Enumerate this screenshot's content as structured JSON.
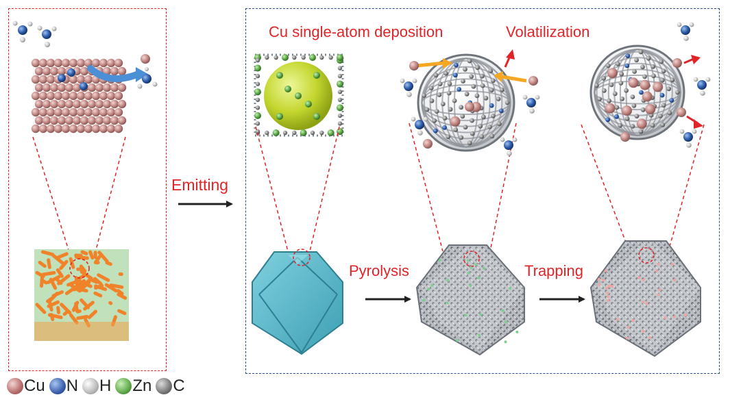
{
  "labels": {
    "emitting": "Emitting",
    "cu_deposition": "Cu single-atom deposition",
    "volatilization": "Volatilization",
    "pyrolysis": "Pyrolysis",
    "trapping": "Trapping"
  },
  "legend": [
    {
      "symbol": "Cu",
      "color": "#b86b6b"
    },
    {
      "symbol": "N",
      "color": "#3a5fae"
    },
    {
      "symbol": "H",
      "color": "#b9b9b9"
    },
    {
      "symbol": "Zn",
      "color": "#5fa84a"
    },
    {
      "symbol": "C",
      "color": "#777777"
    }
  ],
  "colors": {
    "label_red": "#e02428",
    "left_border": "#e02428",
    "right_border": "#2a4d8f",
    "arrow": "#222222",
    "copper": "#c48a86",
    "zif_polyhedron": "#5bb7c9",
    "foam": "#f0822a"
  }
}
